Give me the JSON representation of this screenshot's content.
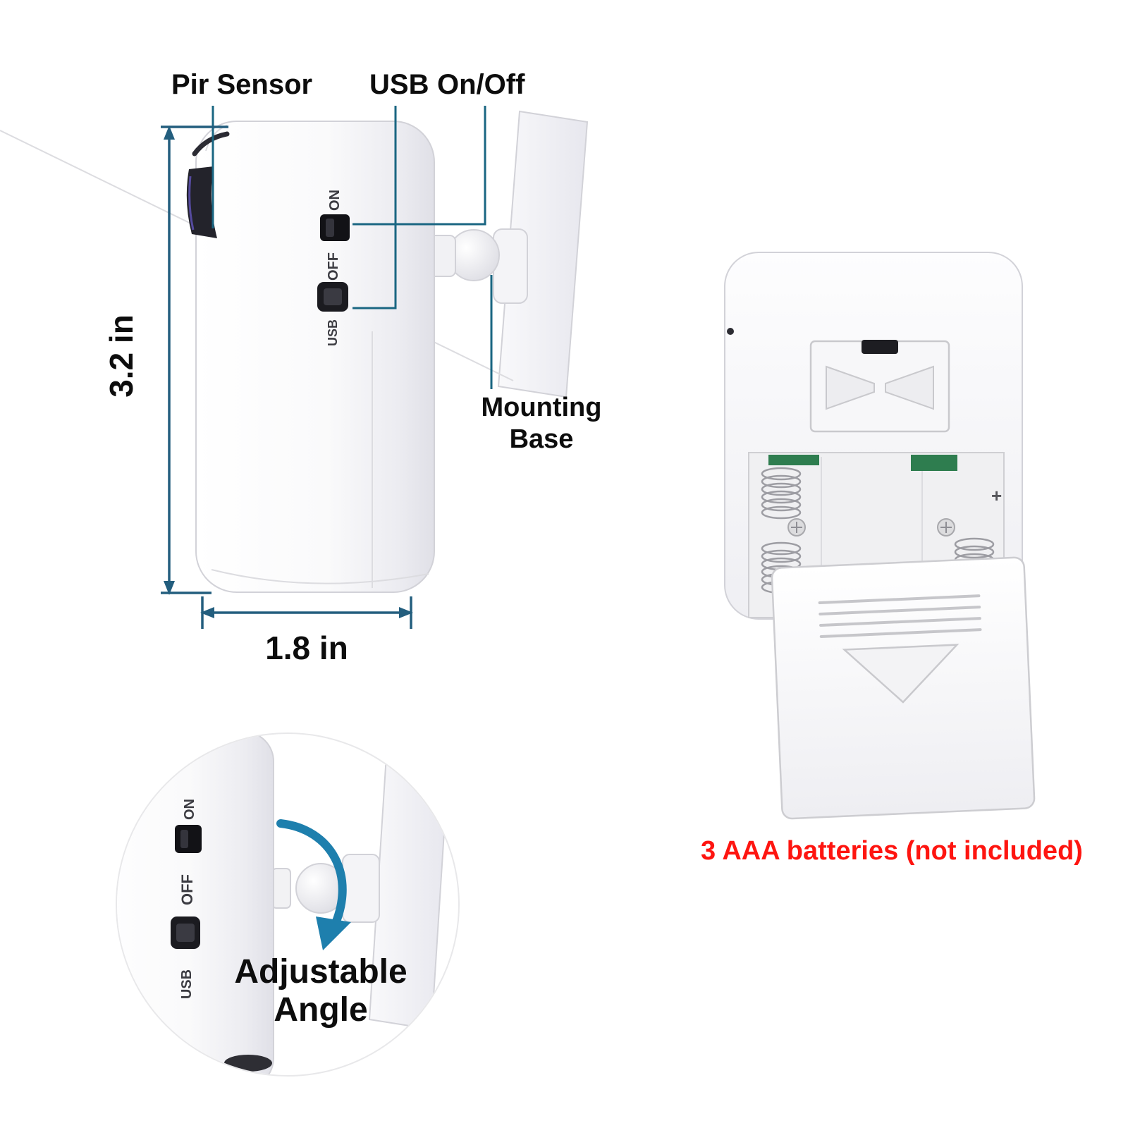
{
  "colors": {
    "leader_color": "#1a6682",
    "dimension_color": "#235e7e",
    "accent_blue": "#1e7fad",
    "warning_red": "#fe1510",
    "label_text": "#0d0d0d"
  },
  "labels": {
    "pir_sensor": "Pir Sensor",
    "usb": "USB",
    "on_off": "On/Off",
    "mounting_base": [
      "Mounting",
      "Base"
    ],
    "adjustable_angle": [
      "Adjustable",
      "Angle"
    ],
    "battery_note": "3 AAA batteries (not included)"
  },
  "dimensions": {
    "height": "3.2 in",
    "width": "1.8 in"
  },
  "device_markings": {
    "on": "ON",
    "off": "OFF",
    "usb": "USB"
  }
}
